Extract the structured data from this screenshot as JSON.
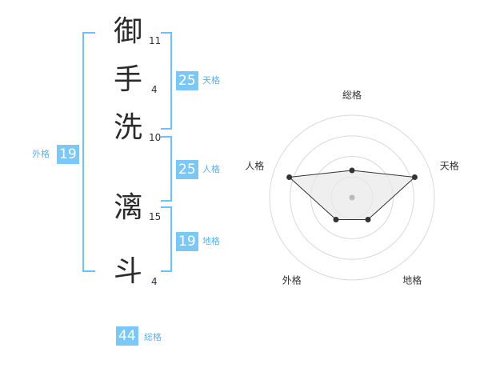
{
  "name_chars": [
    {
      "char": "御",
      "strokes": "11"
    },
    {
      "char": "手",
      "strokes": "4"
    },
    {
      "char": "洗",
      "strokes": "10"
    },
    {
      "char": "漓",
      "strokes": "15"
    },
    {
      "char": "斗",
      "strokes": "4"
    }
  ],
  "kaku": {
    "tenkaku": {
      "value": "25",
      "label": "天格"
    },
    "jinkaku": {
      "value": "25",
      "label": "人格"
    },
    "chikaku": {
      "value": "19",
      "label": "地格"
    },
    "gaikaku": {
      "value": "19",
      "label": "外格"
    },
    "soukaku": {
      "value": "44",
      "label": "総格"
    }
  },
  "colors": {
    "bracket": "#6ec1f0",
    "badge_bg": "#7cc8f5",
    "badge_label": "#5bb3e8",
    "radar_fill": "#e8e8e8"
  },
  "chart_data": {
    "type": "radar",
    "axes": [
      "総格",
      "天格",
      "地格",
      "外格",
      "人格"
    ],
    "values": [
      0.33,
      0.8,
      0.33,
      0.33,
      0.8
    ],
    "range": [
      0,
      1
    ],
    "rings": 4
  }
}
